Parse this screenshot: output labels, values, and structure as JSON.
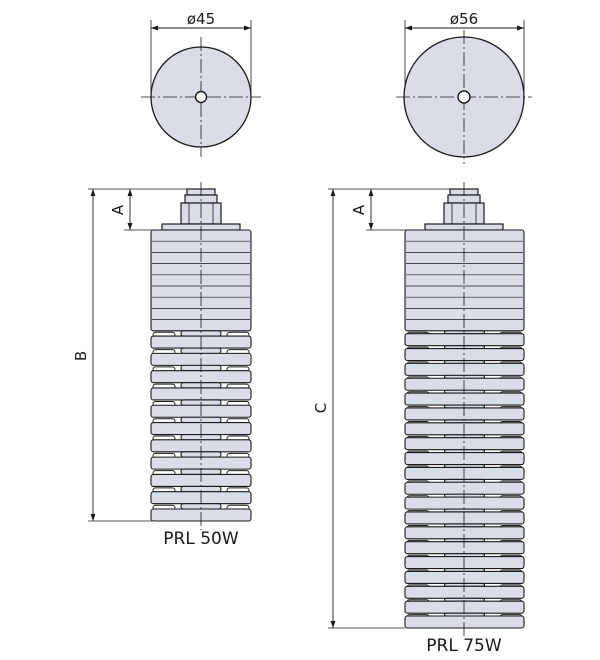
{
  "top_views": {
    "left_diameter": "ø45",
    "right_diameter": "ø56"
  },
  "side_views": {
    "left": {
      "dim_a": "A",
      "dim_total": "B",
      "caption": "PRL 50W"
    },
    "right": {
      "dim_a": "A",
      "dim_total": "C",
      "caption": "PRL 75W"
    }
  },
  "colors": {
    "body_fill": "#d9dde7",
    "outline": "#1a1a1a",
    "background": "#ffffff"
  }
}
